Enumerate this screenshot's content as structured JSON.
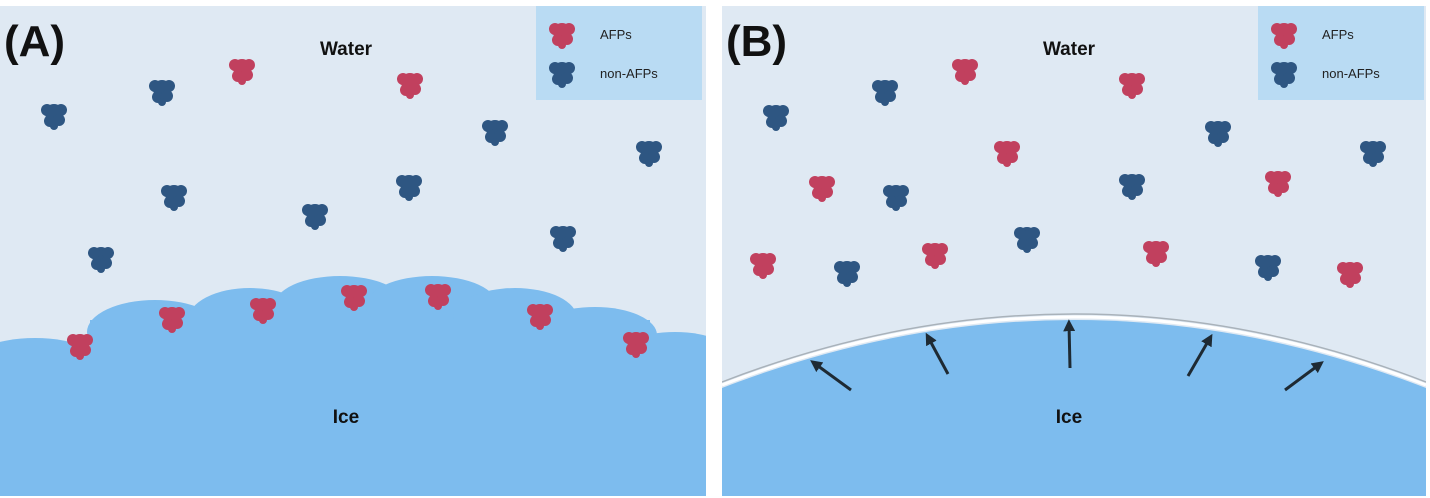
{
  "colors": {
    "water": "#dfe9f3",
    "ice": "#7dbcee",
    "legend_bg": "#b9dbf3",
    "afp": "#c1405e",
    "non_afp": "#2e5682",
    "arrow": "#1e2a33"
  },
  "panels": [
    {
      "label": "(A)",
      "water_label": "Water",
      "ice_label": "Ice",
      "legend": {
        "afp": "AFPs",
        "non_afp": "non-AFPs"
      }
    },
    {
      "label": "(B)",
      "water_label": "Water",
      "ice_label": "Ice",
      "legend": {
        "afp": "AFPs",
        "non_afp": "non-AFPs"
      }
    }
  ]
}
